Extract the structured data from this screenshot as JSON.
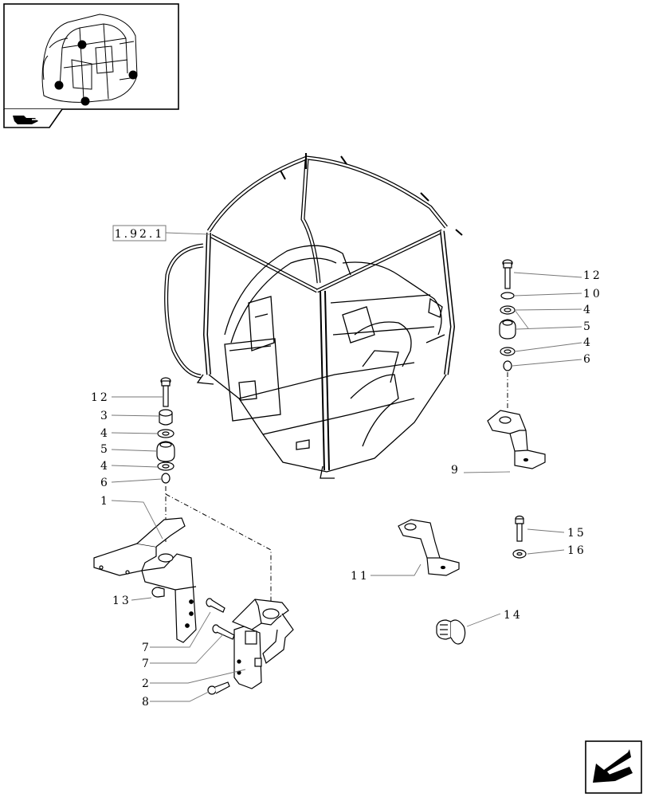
{
  "reference": {
    "label": "1.92.1"
  },
  "callouts": [
    {
      "id": "c12r",
      "label": "12"
    },
    {
      "id": "c10r",
      "label": "10"
    },
    {
      "id": "c4r1",
      "label": "4"
    },
    {
      "id": "c5r",
      "label": "5"
    },
    {
      "id": "c4r2",
      "label": "4"
    },
    {
      "id": "c6r",
      "label": "6"
    },
    {
      "id": "c9",
      "label": "9"
    },
    {
      "id": "c12l",
      "label": "12"
    },
    {
      "id": "c3",
      "label": "3"
    },
    {
      "id": "c4l1",
      "label": "4"
    },
    {
      "id": "c5l",
      "label": "5"
    },
    {
      "id": "c4l2",
      "label": "4"
    },
    {
      "id": "c6l",
      "label": "6"
    },
    {
      "id": "c1",
      "label": "1"
    },
    {
      "id": "c13",
      "label": "13"
    },
    {
      "id": "c7a",
      "label": "7"
    },
    {
      "id": "c7b",
      "label": "7"
    },
    {
      "id": "c2",
      "label": "2"
    },
    {
      "id": "c8",
      "label": "8"
    },
    {
      "id": "c11",
      "label": "11"
    },
    {
      "id": "c15",
      "label": "15"
    },
    {
      "id": "c16",
      "label": "16"
    },
    {
      "id": "c14",
      "label": "14"
    }
  ],
  "colors": {
    "ink": "#000000",
    "leader": "#777777",
    "paper": "#ffffff"
  },
  "icons": {
    "thumbnail": "cab-thumbnail-icon",
    "nav_left": "nav-arrow-icon",
    "nav_right": "next-page-arrow-icon"
  }
}
